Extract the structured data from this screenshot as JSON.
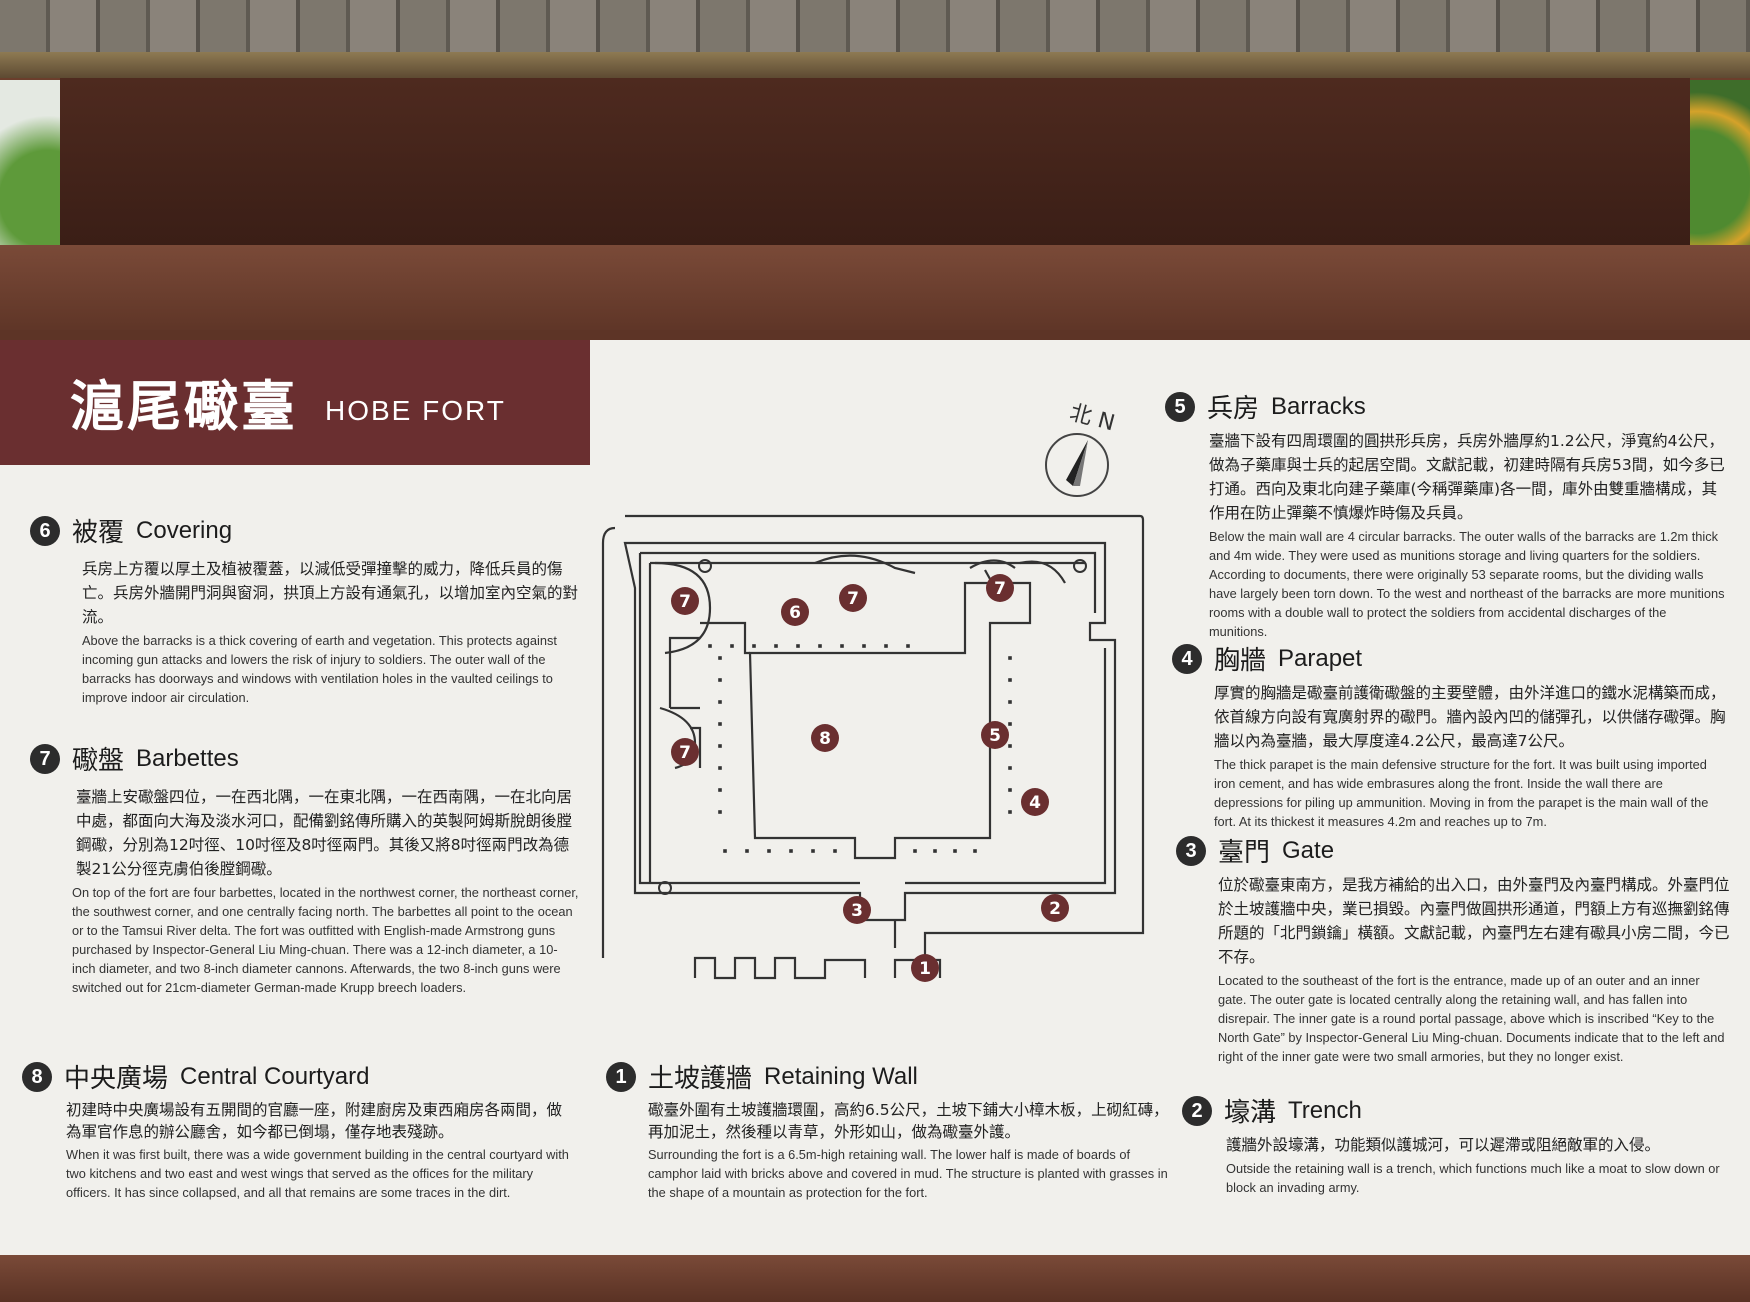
{
  "title": {
    "zh": "滬尾礮臺",
    "en": "HOBE FORT"
  },
  "compass": {
    "label": "北 N"
  },
  "map_markers": [
    "7",
    "6",
    "7",
    "7",
    "5",
    "8",
    "7",
    "4",
    "3",
    "2",
    "1"
  ],
  "sections": [
    {
      "num": "6",
      "zh_title": "被覆",
      "en_title": "Covering",
      "zh": "兵房上方覆以厚土及植被覆蓋，以減低受彈撞擊的威力，降低兵員的傷亡。兵房外牆開門洞與窗洞，拱頂上方設有通氣孔，以增加室內空氣的對流。",
      "en": "Above the barracks is a thick covering of earth and vegetation. This protects against incoming gun attacks and lowers the risk of injury to soldiers. The outer wall of the barracks has doorways and windows with ventilation holes in the vaulted ceilings to improve indoor air circulation."
    },
    {
      "num": "7",
      "zh_title": "礮盤",
      "en_title": "Barbettes",
      "zh": "臺牆上安礮盤四位，一在西北隅，一在東北隅，一在西南隅，一在北向居中處，都面向大海及淡水河口，配備劉銘傳所購入的英製阿姆斯脫朗後膛鋼礮，分別為12吋徑、10吋徑及8吋徑兩門。其後又將8吋徑兩門改為德製21公分徑克虜伯後膛鋼礮。",
      "en": "On top of the fort are four barbettes, located in the northwest corner, the northeast corner, the southwest corner, and one centrally facing north. The barbettes all point to the ocean or to the Tamsui River delta. The fort was outfitted with English-made Armstrong guns purchased by Inspector-General Liu Ming-chuan. There was a 12-inch diameter, a 10-inch diameter, and two 8-inch diameter cannons. Afterwards, the two 8-inch guns were switched out for 21cm-diameter German-made Krupp breech loaders."
    },
    {
      "num": "8",
      "zh_title": "中央廣場",
      "en_title": "Central Courtyard",
      "zh": "初建時中央廣場設有五開間的官廳一座，附建廚房及東西廂房各兩間，做為軍官作息的辦公廳舍，如今都已倒塌，僅存地表殘跡。",
      "en": "When it was first built, there was a wide government building in the central courtyard with two kitchens and two east and west wings that served as the offices for the military officers. It has since collapsed, and all that remains are some traces in the dirt."
    },
    {
      "num": "1",
      "zh_title": "土坡護牆",
      "en_title": "Retaining Wall",
      "zh": "礮臺外圍有土坡護牆環圍，高約6.5公尺，土坡下鋪大小樟木板，上砌紅磚，再加泥土，然後種以青草，外形如山，做為礮臺外護。",
      "en": "Surrounding the fort is a 6.5m-high retaining wall. The lower half is made of boards of camphor laid with bricks above and covered in mud. The structure is planted with grasses in the shape of a mountain as protection for the fort."
    },
    {
      "num": "5",
      "zh_title": "兵房",
      "en_title": "Barracks",
      "zh": "臺牆下設有四周環圍的圓拱形兵房，兵房外牆厚約1.2公尺，淨寬約4公尺，做為子藥庫與士兵的起居空間。文獻記載，初建時隔有兵房53間，如今多已打通。西向及東北向建子藥庫(今稱彈藥庫)各一間，庫外由雙重牆構成，其作用在防止彈藥不慎爆炸時傷及兵員。",
      "en": "Below the main wall are 4 circular barracks. The outer walls of the barracks are 1.2m thick and 4m wide. They were used as munitions storage and living quarters for the soldiers. According to documents, there were originally 53 separate rooms, but the dividing walls have largely been torn down. To the west and northeast of the barracks are more munitions rooms with a double wall to protect the soldiers from accidental discharges of the munitions."
    },
    {
      "num": "4",
      "zh_title": "胸牆",
      "en_title": "Parapet",
      "zh": "厚實的胸牆是礮臺前護衛礮盤的主要壁體，由外洋進口的鐵水泥構築而成，依首線方向設有寬廣射界的礮門。牆內設內凹的儲彈孔，以供儲存礮彈。胸牆以內為臺牆，最大厚度達4.2公尺，最高達7公尺。",
      "en": "The thick parapet is the main defensive structure for the fort. It was built using imported iron cement, and has wide embrasures along the front. Inside the wall there are depressions for piling up ammunition. Moving in from the parapet is the main wall of the fort. At its thickest it measures 4.2m and reaches up to 7m."
    },
    {
      "num": "3",
      "zh_title": "臺門",
      "en_title": "Gate",
      "zh": "位於礮臺東南方，是我方補給的出入口，由外臺門及內臺門構成。外臺門位於土坡護牆中央，業已損毀。內臺門做圓拱形通道，門額上方有巡撫劉銘傳所題的「北門鎖鑰」橫額。文獻記載，內臺門左右建有礮具小房二間，今已不存。",
      "en": "Located to the southeast of the fort is the entrance, made up of an outer and an inner gate. The outer gate is located centrally along the retaining wall, and has fallen into disrepair. The inner gate is a round portal passage, above which is inscribed “Key to the North Gate” by Inspector-General Liu Ming-chuan. Documents indicate that to the left and right of the inner gate were two small armories, but they no longer exist."
    },
    {
      "num": "2",
      "zh_title": "壕溝",
      "en_title": "Trench",
      "zh": "護牆外設壕溝，功能類似護城河，可以遲滯或阻絕敵軍的入侵。",
      "en": "Outside the retaining wall is a trench, which functions much like a moat to slow down or block an invading army."
    }
  ]
}
